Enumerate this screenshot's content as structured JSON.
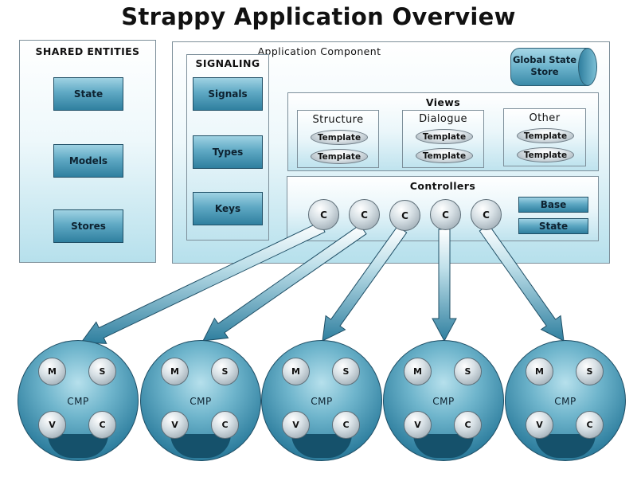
{
  "title": "Strappy Application Overview",
  "shared_entities": {
    "label": "SHARED ENTITIES",
    "items": [
      "State",
      "Models",
      "Stores"
    ]
  },
  "application_component": {
    "label": "Application Component",
    "global_store": [
      "Global State",
      "Store"
    ],
    "signaling": {
      "label": "SIGNALING",
      "items": [
        "Signals",
        "Types",
        "Keys"
      ]
    },
    "views": {
      "label": "Views",
      "groups": [
        {
          "label": "Structure",
          "templates": [
            "Template",
            "Template"
          ]
        },
        {
          "label": "Dialogue",
          "templates": [
            "Template",
            "Template"
          ]
        },
        {
          "label": "Other",
          "templates": [
            "Template",
            "Template"
          ]
        }
      ]
    },
    "controllers": {
      "label": "Controllers",
      "nodes": [
        "C",
        "C",
        "C",
        "C",
        "C"
      ],
      "side": [
        "Base",
        "State"
      ]
    }
  },
  "cmps": [
    {
      "label": "CMP",
      "nodes": [
        "M",
        "S",
        "V",
        "C"
      ]
    },
    {
      "label": "CMP",
      "nodes": [
        "M",
        "S",
        "V",
        "C"
      ]
    },
    {
      "label": "CMP",
      "nodes": [
        "M",
        "S",
        "V",
        "C"
      ]
    },
    {
      "label": "CMP",
      "nodes": [
        "M",
        "S",
        "V",
        "C"
      ]
    },
    {
      "label": "CMP",
      "nodes": [
        "M",
        "S",
        "V",
        "C"
      ]
    }
  ],
  "colors": {
    "accent": "#2f7f9f",
    "dark": "#1d5e7a",
    "light": "#b6e0ec"
  }
}
